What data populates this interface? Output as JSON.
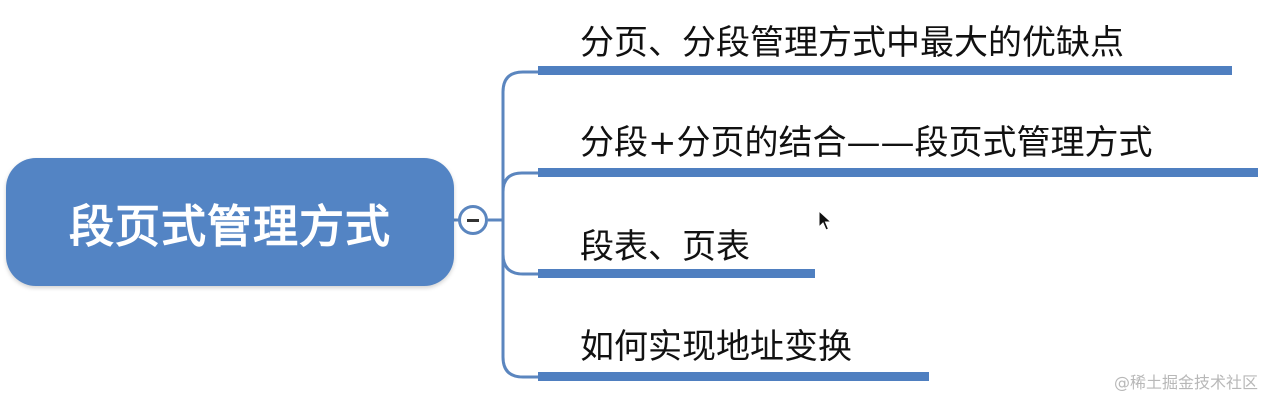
{
  "mindmap": {
    "root": {
      "label": "段页式管理方式"
    },
    "toggle": {
      "icon": "minus-icon",
      "state": "expanded"
    },
    "branches": [
      {
        "label": "分页、分段管理方式中最大的优缺点"
      },
      {
        "label": "分段+分页的结合——段页式管理方式"
      },
      {
        "label": "段表、页表"
      },
      {
        "label": "如何实现地址变换"
      }
    ],
    "colors": {
      "root_fill": "#5384c4",
      "connector": "#5b86bf",
      "branch_underline": "#4f7fc0"
    }
  },
  "watermark": {
    "text": "@稀土掘金技术社区"
  }
}
